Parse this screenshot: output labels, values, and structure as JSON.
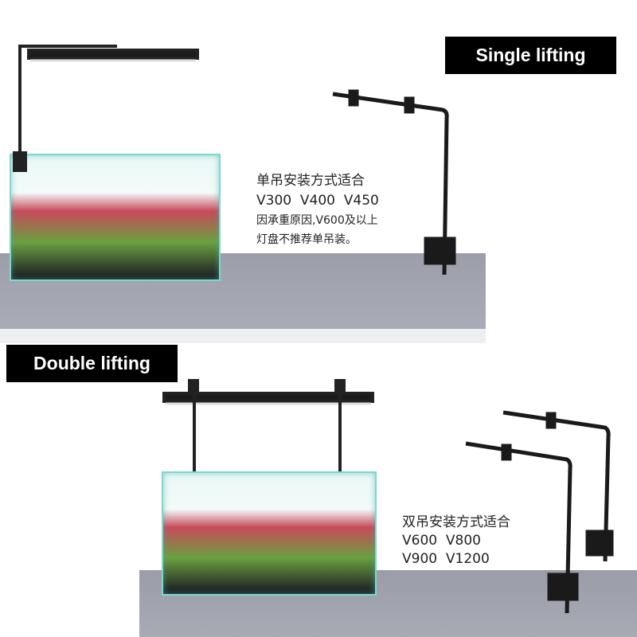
{
  "single": {
    "badge": "Single lifting",
    "title": "单吊安装方式适合",
    "models": "V300  V400  V450",
    "note_line1": "因承重原因,V600及以上",
    "note_line2": "灯盘不推荐单吊装。"
  },
  "double": {
    "badge": "Double lifting",
    "title": "双吊安装方式适合",
    "models_line1": "V600  V800",
    "models_line2": "V900  V1200"
  }
}
